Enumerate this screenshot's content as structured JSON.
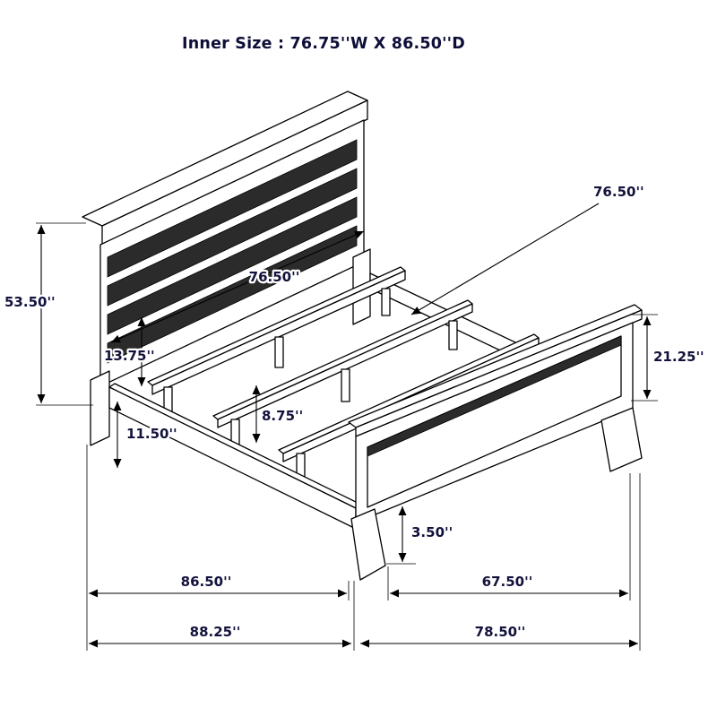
{
  "page": {
    "title": "Inner Size : 76.75''W X 86.50''D"
  },
  "dimensions": {
    "slat_width": "76.50''",
    "headboard_width": "76.50''",
    "headboard_height": "53.50''",
    "headboard_rail_gap": "13.75''",
    "center_leg_height": "8.75''",
    "side_rail_height": "11.50''",
    "footboard_height": "21.25''",
    "footboard_leg_height": "3.50''",
    "side_rail_length": "86.50''",
    "footboard_clearance": "67.50''",
    "overall_depth": "88.25''",
    "overall_width": "78.50''"
  },
  "colors": {
    "line": "#000000",
    "label_text": "#12123c",
    "panel_fill": "#2b2b2b",
    "background": "#ffffff"
  }
}
